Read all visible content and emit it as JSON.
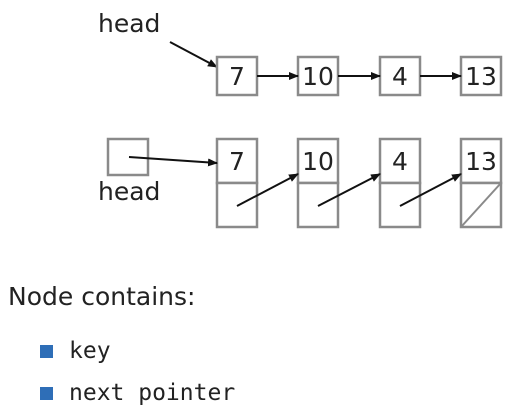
{
  "top_diagram": {
    "head_label": "head",
    "keys": [
      "7",
      "10",
      "4",
      "13"
    ]
  },
  "bottom_diagram": {
    "head_label": "head",
    "keys": [
      "7",
      "10",
      "4",
      "13"
    ]
  },
  "caption": "Node contains:",
  "bullets": [
    "key",
    "next pointer"
  ],
  "colors": {
    "stroke": "#8a8a8a",
    "arrow": "#111111",
    "bullet": "#2e6eb7"
  }
}
